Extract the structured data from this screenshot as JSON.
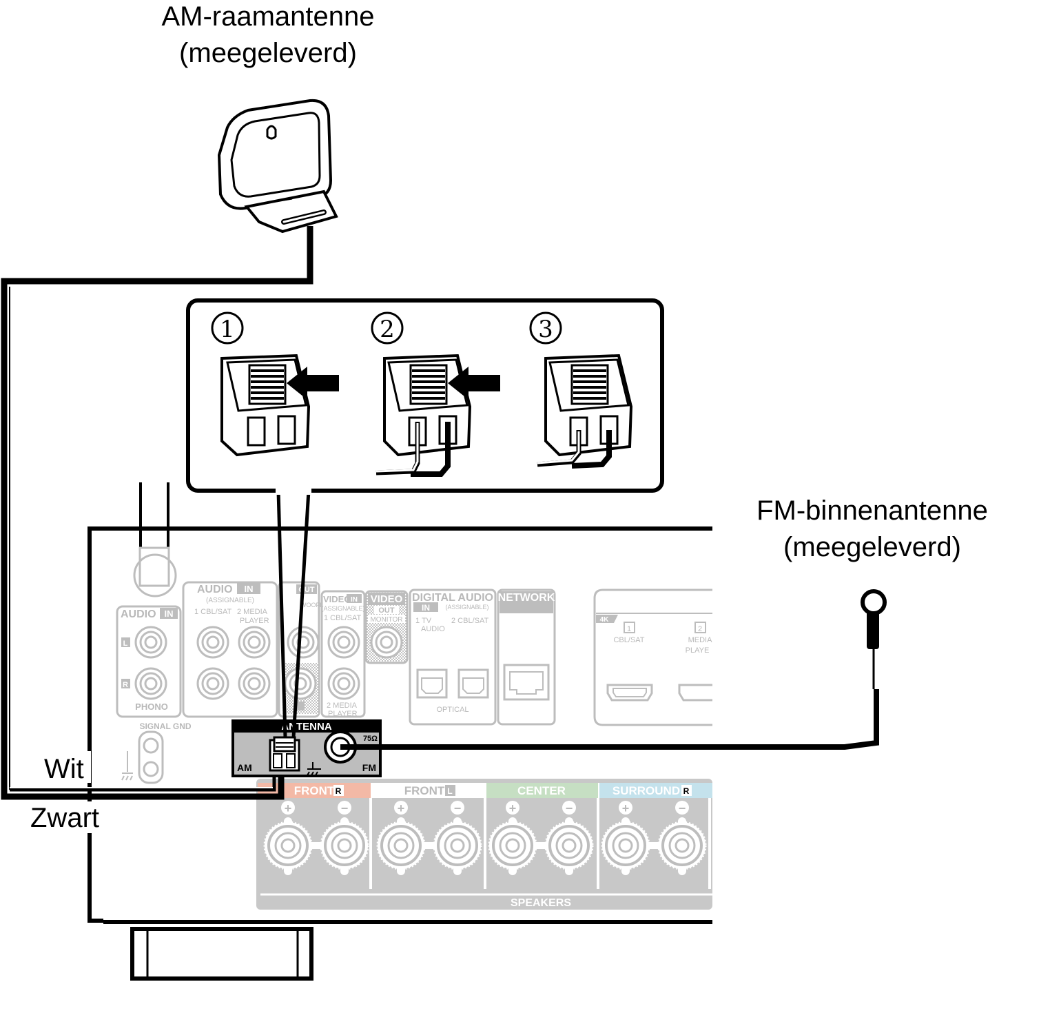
{
  "labels": {
    "am_antenna_line1": "AM-raamantenne",
    "am_antenna_line2": "(meegeleverd)",
    "fm_antenna_line1": "FM-binnenantenne",
    "fm_antenna_line2": "(meegeleverd)",
    "white_wire": "Wit",
    "black_wire": "Zwart"
  },
  "steps": [
    "1",
    "2",
    "3"
  ],
  "panel": {
    "audio_in": "AUDIO",
    "in_badge": "IN",
    "assignable": "(ASSIGNABLE)",
    "cbl_sat_1": "1 CBL/SAT",
    "media_player_2a": "2 MEDIA",
    "media_player_2b": "PLAYER",
    "left": "L",
    "right": "R",
    "phono": "PHONO",
    "signal_gnd": "SIGNAL GND",
    "pre_out": "OUT",
    "subwoofer": "WOOFER",
    "video_in": "VIDEO",
    "video_out": "VIDEO",
    "out_badge": "OUT",
    "monitor": "MONITOR",
    "digital_audio": "DIGITAL AUDIO",
    "tv_audio_1": "1  TV",
    "tv_audio_2": "AUDIO",
    "cbl_sat_2": "2 CBL/SAT",
    "optical": "OPTICAL",
    "network": "NETWORK",
    "hdmi_4k": "4K",
    "hdmi_1": "1",
    "hdmi_1_label": "CBL/SAT",
    "hdmi_2": "2",
    "hdmi_2_label_a": "MEDIA",
    "hdmi_2_label_b": "PLAYE",
    "antenna": "ANTENNA",
    "am": "AM",
    "fm": "FM",
    "ohm": "75Ω",
    "front_r": "FRONT",
    "front_l": "FRONT",
    "center": "CENTER",
    "surround_r": "SURROUND",
    "r_badge": "R",
    "l_badge": "L",
    "speakers": "SPEAKERS",
    "plus": "+",
    "minus": "−"
  },
  "colors": {
    "outline": "#000000",
    "panel_gray": "#bdbdbd",
    "speaker_fill": "#c8c8c8",
    "front_r": "#f3b9a6",
    "center": "#c6dfc3",
    "surround_r": "#c4e2ec"
  }
}
